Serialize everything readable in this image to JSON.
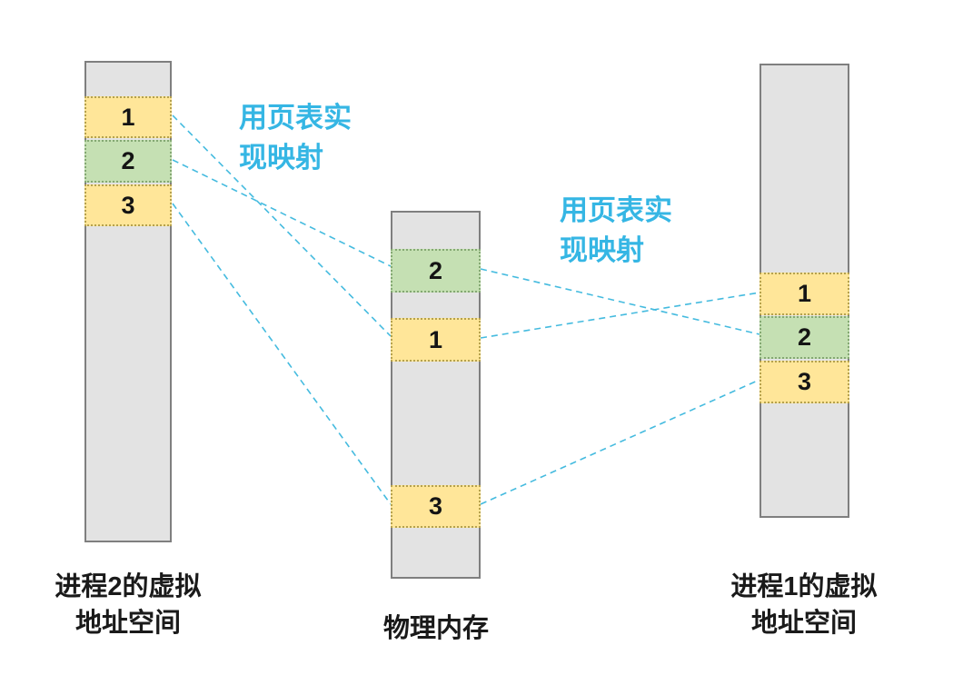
{
  "colors": {
    "bar_fill": "#e3e3e3",
    "bar_border": "#7f7f7f",
    "page_yellow": "#ffe699",
    "page_green": "#c5e0b3",
    "page_border_yellow": "#b5a14e",
    "page_border_green": "#84a873",
    "line_cyan": "#45bbdf",
    "label_cyan": "#35b6e4",
    "caption_black": "#1a1a1a"
  },
  "mapping_labels": [
    {
      "line1": "用页表实",
      "line2": "现映射"
    },
    {
      "line1": "用页表实",
      "line2": "现映射"
    }
  ],
  "columns": {
    "process2": {
      "caption_line1": "进程2的虚拟",
      "caption_line2": "地址空间",
      "pages": [
        {
          "label": "1",
          "color": "yellow"
        },
        {
          "label": "2",
          "color": "green"
        },
        {
          "label": "3",
          "color": "yellow"
        }
      ]
    },
    "physical": {
      "caption": "物理内存",
      "pages": [
        {
          "label": "2",
          "color": "green"
        },
        {
          "label": "1",
          "color": "yellow"
        },
        {
          "label": "3",
          "color": "yellow"
        }
      ]
    },
    "process1": {
      "caption_line1": "进程1的虚拟",
      "caption_line2": "地址空间",
      "pages": [
        {
          "label": "1",
          "color": "yellow"
        },
        {
          "label": "2",
          "color": "green"
        },
        {
          "label": "3",
          "color": "yellow"
        }
      ]
    }
  },
  "connections": [
    {
      "from": "process2-page-1",
      "to": "physical-frame-1"
    },
    {
      "from": "process2-page-2",
      "to": "physical-frame-2"
    },
    {
      "from": "process2-page-3",
      "to": "physical-frame-3"
    },
    {
      "from": "physical-frame-2",
      "to": "process1-page-2"
    },
    {
      "from": "physical-frame-1",
      "to": "process1-page-1"
    },
    {
      "from": "physical-frame-3",
      "to": "process1-page-3"
    }
  ]
}
